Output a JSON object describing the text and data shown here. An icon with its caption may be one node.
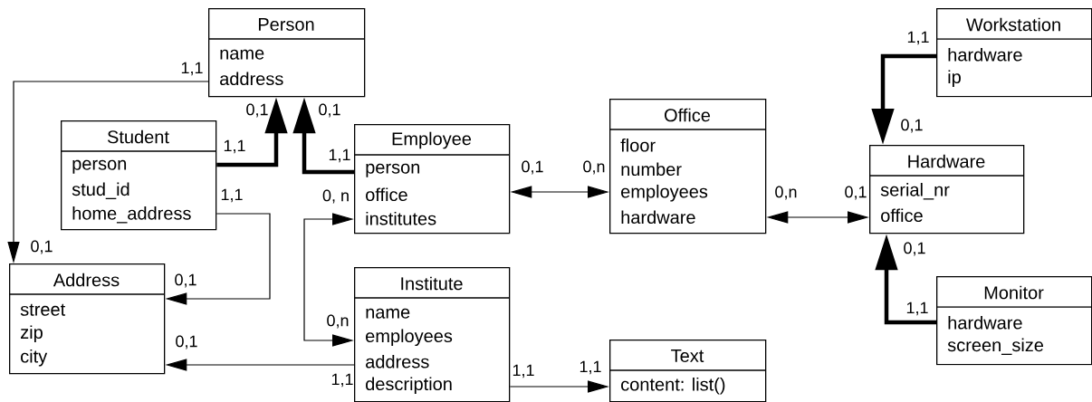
{
  "diagram": {
    "nodes": [
      {
        "text": [
          "Person",
          "name",
          "address"
        ]
      },
      {
        "text": [
          "Student",
          "person",
          "stud_id",
          "home_address"
        ]
      },
      {
        "text": [
          "Employee",
          "person",
          "office",
          "institutes"
        ]
      },
      {
        "text": [
          "Office",
          "floor",
          "number",
          "employees",
          "hardware"
        ]
      },
      {
        "text": [
          "Workstation",
          "hardware",
          "ip"
        ]
      },
      {
        "text": [
          "Hardware",
          "serial_nr",
          "office"
        ]
      },
      {
        "text": [
          "Address",
          "street",
          "zip",
          "city"
        ]
      },
      {
        "text": [
          "Institute",
          "name",
          "employees",
          "address",
          "description"
        ]
      },
      {
        "text": [
          "Text",
          "content: list()"
        ]
      },
      {
        "text": [
          "Monitor",
          "hardware",
          "screen_size"
        ]
      }
    ],
    "edges": [
      {
        "from": 0,
        "to": 6,
        "arrow": "to"
      },
      {
        "from": 1,
        "to": 0,
        "arrow": "to",
        "style": "thick"
      },
      {
        "from": 2,
        "to": 0,
        "arrow": "to",
        "style": "thick"
      },
      {
        "from": 1,
        "to": 6,
        "arrow": "to"
      },
      {
        "from": 2,
        "to": 7,
        "arrow": "both"
      },
      {
        "from": 2,
        "to": 3,
        "arrow": "both"
      },
      {
        "from": 7,
        "to": 6,
        "arrow": "to"
      },
      {
        "from": 7,
        "to": 8,
        "arrow": "to"
      },
      {
        "from": 3,
        "to": 5,
        "arrow": "both"
      },
      {
        "from": 4,
        "to": 5,
        "arrow": "to",
        "style": "thick"
      },
      {
        "from": 9,
        "to": 5,
        "arrow": "to",
        "style": "thick"
      }
    ],
    "labels": [
      "1,1",
      "1,1",
      "0,1",
      "0,1",
      "0,1",
      "1,1",
      "1,1",
      "0,1",
      "0,n",
      "0,n",
      "0,1",
      "1,1",
      "0, n",
      "0,1",
      "0,1",
      "0,1",
      "1,1",
      "0,n",
      "0,1",
      "1,1",
      "1,1",
      "1,1"
    ]
  }
}
